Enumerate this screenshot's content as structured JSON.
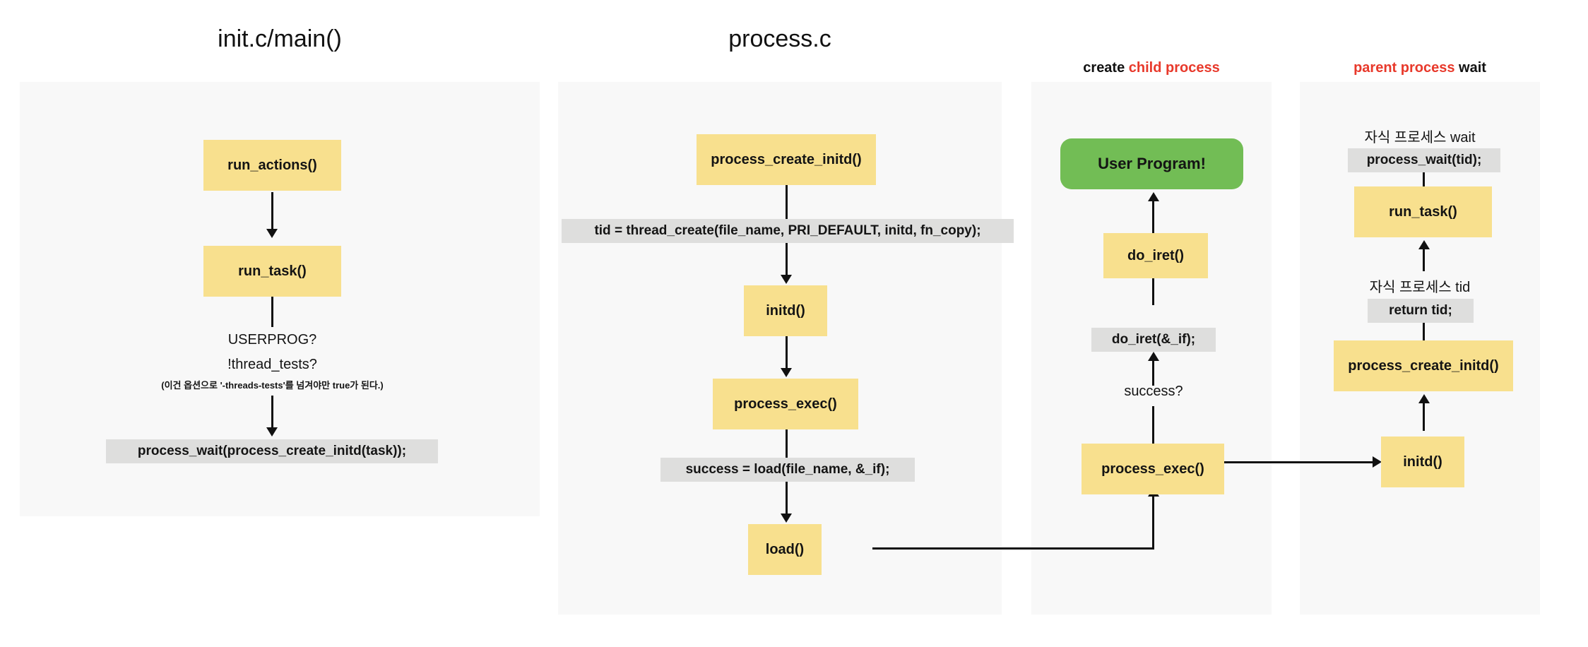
{
  "diagram": {
    "columns": [
      {
        "id": "init-main",
        "title": "init.c/main()",
        "title_style": "large"
      },
      {
        "id": "process-c",
        "title": "process.c",
        "title_style": "large"
      },
      {
        "id": "create-child-process",
        "title_part1": "create ",
        "title_part2": "child process",
        "title_part1_color": "#141414",
        "title_part2_color": "#e8392b",
        "title_style": "small"
      },
      {
        "id": "parent-process-wait",
        "title_part1": "parent process",
        "title_part2": " wait",
        "title_part1_color": "#e8392b",
        "title_part2_color": "#141414",
        "title_style": "small"
      }
    ],
    "col1": {
      "box_run_actions": "run_actions()",
      "box_run_task": "run_task()",
      "cond_userprog": "USERPROG?",
      "cond_thread_tests": "!thread_tests?",
      "note_korean": "(이건 옵션으로 '-threads-tests'를 넘겨야만 true가 된다.)",
      "code_process_wait": "process_wait(process_create_initd(task));"
    },
    "col2": {
      "box_process_create_initd": "process_create_initd()",
      "code_thread_create": "tid = thread_create(file_name, PRI_DEFAULT, initd, fn_copy);",
      "box_initd": "initd()",
      "box_process_exec": "process_exec()",
      "code_load": "success = load(file_name, &_if);",
      "box_load": "load()"
    },
    "col3": {
      "box_user_program": "User Program!",
      "box_do_iret": "do_iret()",
      "code_do_iret": "do_iret(&_if);",
      "label_success": "success?",
      "box_process_exec": "process_exec()"
    },
    "col4": {
      "label_wait_korean": "자식 프로세스 wait",
      "code_process_wait_tid": "process_wait(tid);",
      "box_run_task": "run_task()",
      "label_tid_korean": "자식 프로세스 tid",
      "code_return_tid": "return tid;",
      "box_process_create_initd": "process_create_initd()",
      "box_initd": "initd()"
    },
    "colors": {
      "panel_bg": "#f8f8f8",
      "box_yellow": "#f8e08e",
      "box_green": "#72bd55",
      "code_bg": "#dededd",
      "accent_red": "#e8392b",
      "line": "#111111",
      "page_bg": "#ffffff"
    }
  }
}
